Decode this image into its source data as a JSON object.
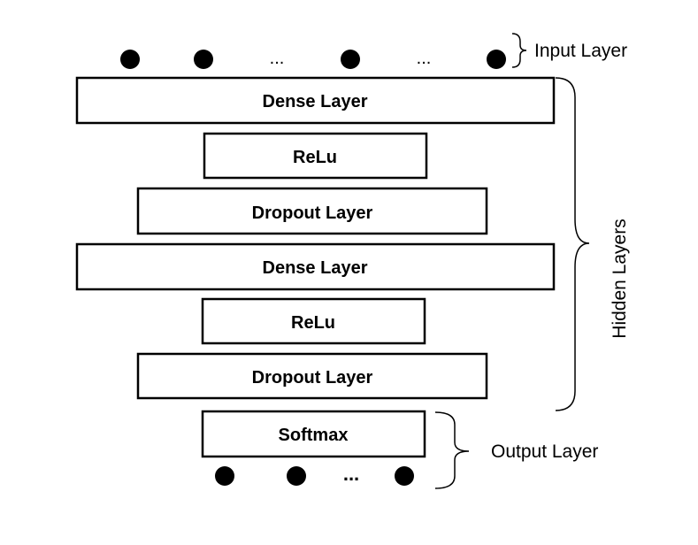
{
  "input_layer": {
    "label": "Input Layer",
    "ellipsis_1": "...",
    "ellipsis_2": "..."
  },
  "hidden_layers": {
    "label": "Hidden Layers",
    "layers": [
      {
        "label": "Dense Layer"
      },
      {
        "label": "ReLu"
      },
      {
        "label": "Dropout Layer"
      },
      {
        "label": "Dense Layer"
      },
      {
        "label": "ReLu"
      },
      {
        "label": "Dropout Layer"
      }
    ]
  },
  "output_layer": {
    "label": "Output Layer",
    "box_label": "Softmax",
    "ellipsis": "..."
  },
  "colors": {
    "stroke": "#000000",
    "background": "#ffffff",
    "node_fill": "#000000"
  }
}
